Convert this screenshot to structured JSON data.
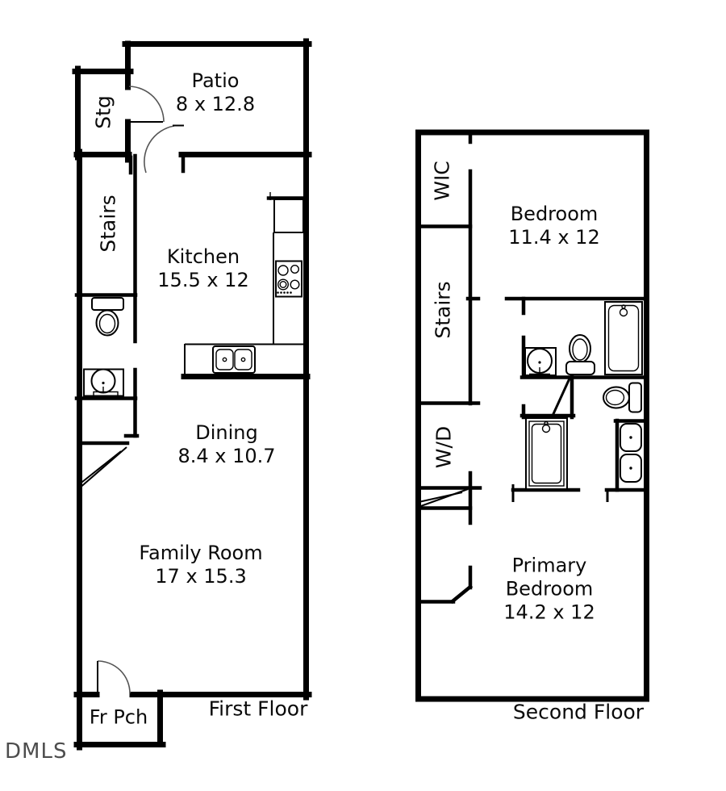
{
  "watermark": "DMLS",
  "colors": {
    "wall": "#000000",
    "text": "#0a0a0a",
    "watermark": "#3a3a3a",
    "bg": "#ffffff"
  },
  "floor1": {
    "title": "First Floor",
    "patio_name": "Patio",
    "patio_dims": "8 x 12.8",
    "stg": "Stg",
    "stairs": "Stairs",
    "kitchen_name": "Kitchen",
    "kitchen_dims": "15.5 x 12",
    "dining_name": "Dining",
    "dining_dims": "8.4 x 10.7",
    "family_name": "Family Room",
    "family_dims": "17 x 15.3",
    "porch": "Fr Pch"
  },
  "floor2": {
    "title": "Second Floor",
    "wic": "WIC",
    "bedroom_name": "Bedroom",
    "bedroom_dims": "11.4 x 12",
    "stairs": "Stairs",
    "wd": "W/D",
    "primary_name": "Primary Bedroom",
    "primary_dims": "14.2 x 12"
  }
}
